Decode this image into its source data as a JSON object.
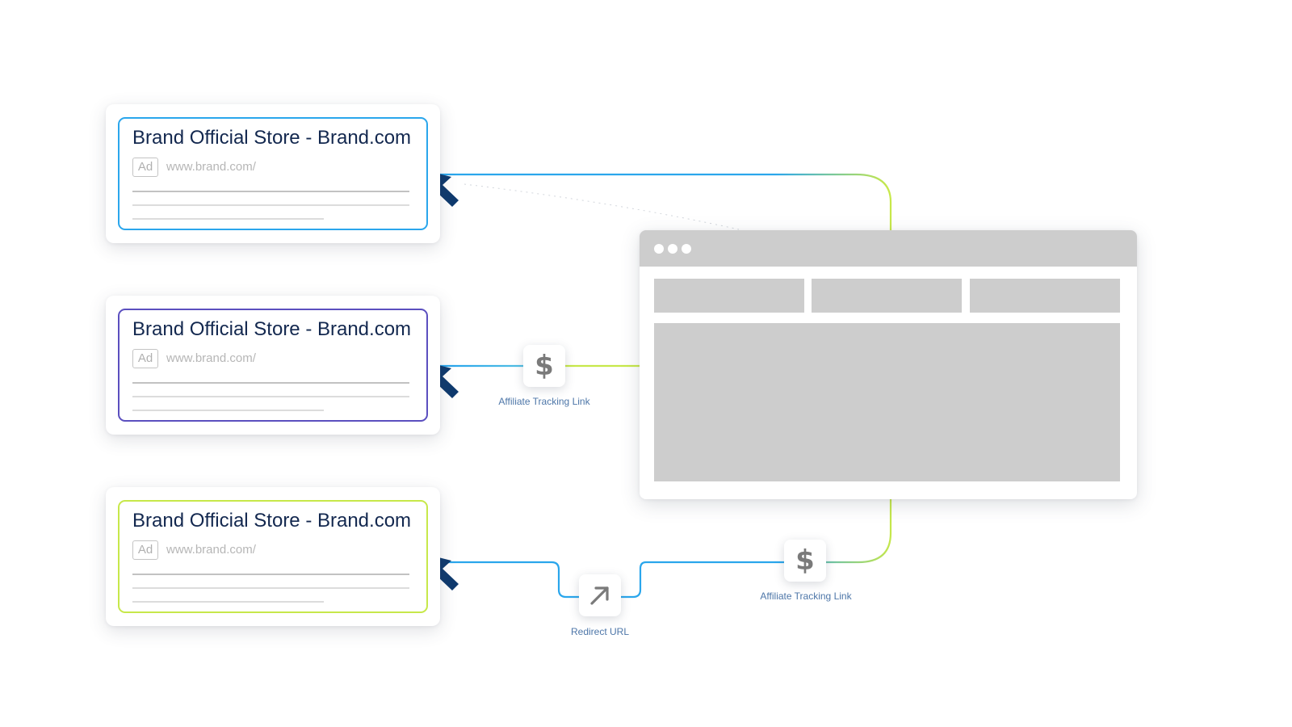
{
  "ads": [
    {
      "title": "Brand Official Store - Brand.com",
      "badge": "Ad",
      "url": "www.brand.com/",
      "border_color": "#2aa6ec"
    },
    {
      "title": "Brand Official Store - Brand.com",
      "badge": "Ad",
      "url": "www.brand.com/",
      "border_color": "#5b4fbf"
    },
    {
      "title": "Brand Official Store - Brand.com",
      "badge": "Ad",
      "url": "www.brand.com/",
      "border_color": "#c7e84a"
    }
  ],
  "nodes": {
    "affiliate_link_middle": {
      "icon": "dollar-icon",
      "symbol": "$",
      "label": "Affiliate Tracking Link"
    },
    "redirect": {
      "icon": "arrow-up-right-icon",
      "label": "Redirect URL"
    },
    "affiliate_link_bottom": {
      "icon": "dollar-icon",
      "symbol": "$",
      "label": "Affiliate Tracking Link"
    }
  },
  "colors": {
    "flow_blue": "#2aa6ec",
    "flow_green": "#c7e84a",
    "cursor": "#0f3a6e",
    "browser_gray": "#cdcdcd"
  }
}
